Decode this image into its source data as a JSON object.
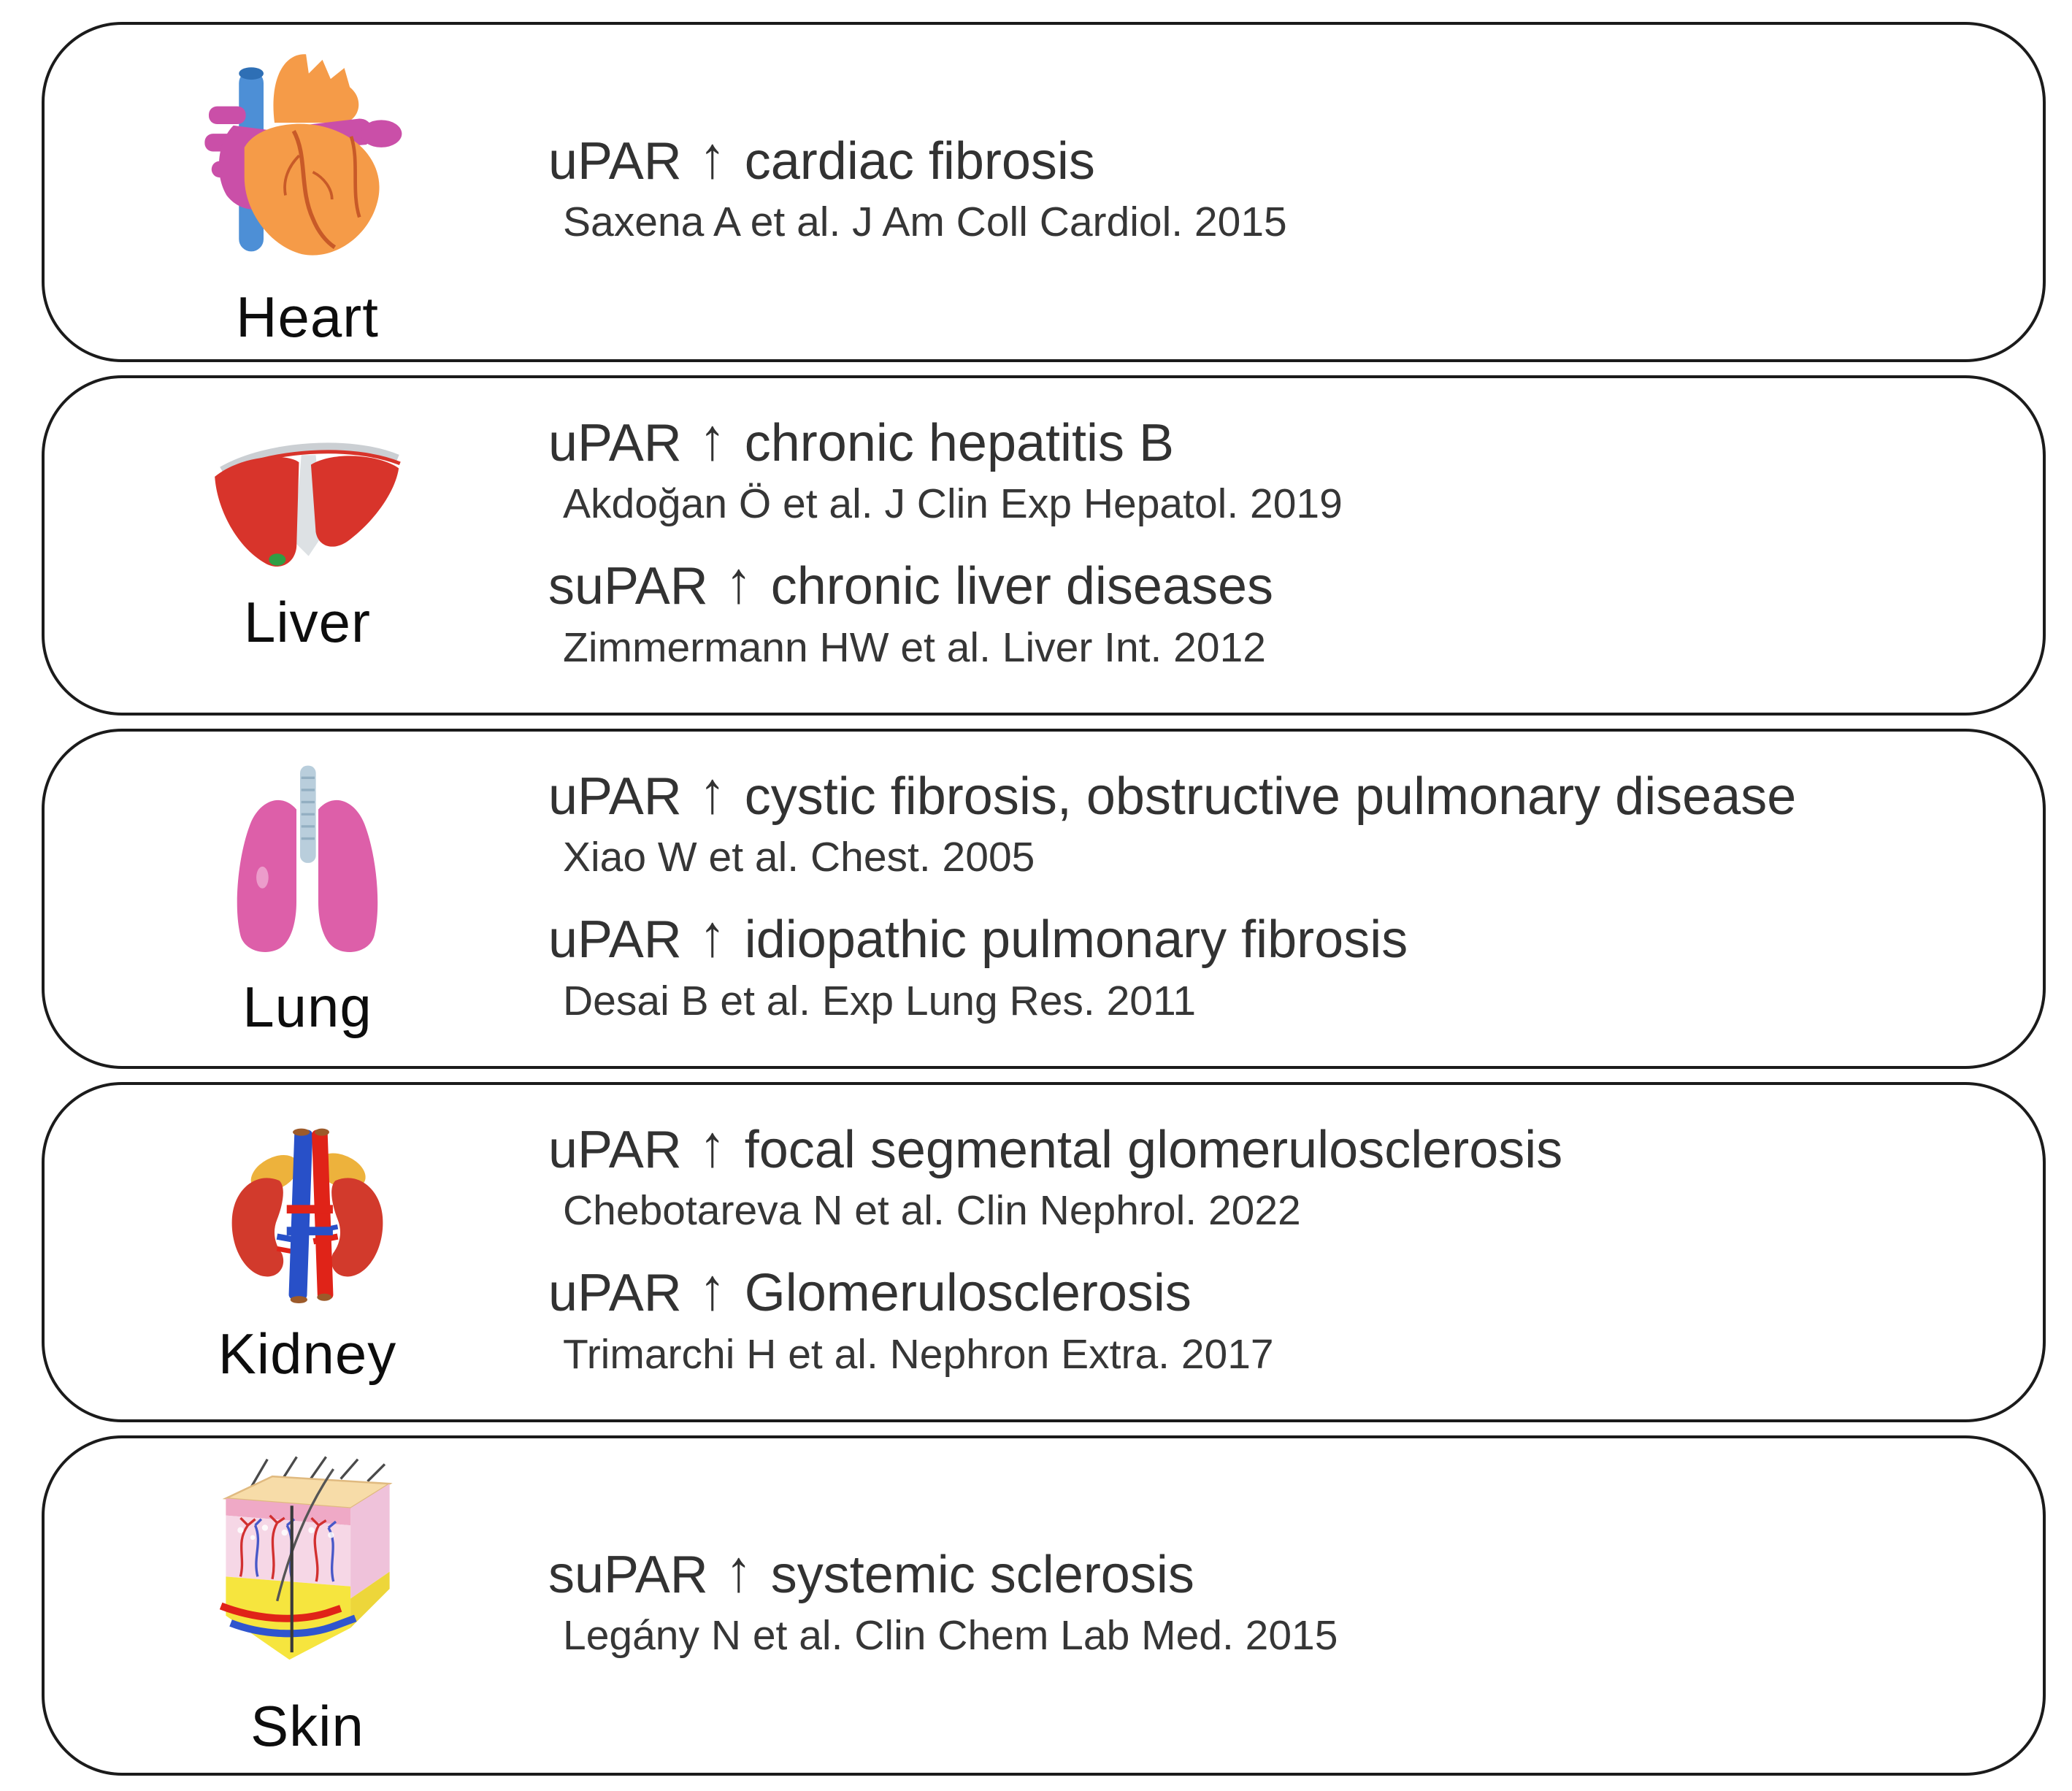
{
  "figure": {
    "type": "organ-fibrosis-evidence-panel",
    "colors": {
      "card_border": "#1b1b1b",
      "text": "#323232",
      "heart_orange": "#F59B48",
      "heart_magenta": "#CA4FA8",
      "heart_blue": "#4D8FD6",
      "liver_red": "#D8342B",
      "liver_ligament_gray": "#D4D8DB",
      "gallbladder_green": "#2F9E44",
      "lung_pink": "#DD5FA9",
      "trachea_blue": "#B9CEDC",
      "kidney_red": "#D23A2C",
      "adrenal_yellow": "#EDB23C",
      "vena_cava_blue": "#2850C8",
      "aorta_red": "#E02318",
      "skin_top_tan": "#F7DCA8",
      "skin_pink": "#F6D7E6",
      "skin_fat_yellow": "#F6E53E"
    }
  },
  "organs": [
    {
      "name": "Heart",
      "icon": "heart-icon",
      "findings": [
        {
          "marker": "uPAR",
          "arrow": "↑",
          "condition": "cardiac fibrosis",
          "citation": "Saxena A et al.  J Am Coll Cardiol. 2015"
        }
      ]
    },
    {
      "name": "Liver",
      "icon": "liver-icon",
      "findings": [
        {
          "marker": "uPAR",
          "arrow": "↑",
          "condition": "chronic hepatitis B",
          "citation": "Akdoğan Ö et al. J Clin Exp Hepatol. 2019"
        },
        {
          "marker": "suPAR",
          "arrow": "↑",
          "condition": "chronic liver diseases",
          "citation": "Zimmermann HW et al. Liver Int. 2012"
        }
      ]
    },
    {
      "name": "Lung",
      "icon": "lung-icon",
      "findings": [
        {
          "marker": "uPAR",
          "arrow": "↑",
          "condition": "cystic fibrosis, obstructive pulmonary disease",
          "citation": "Xiao W et al. Chest. 2005"
        },
        {
          "marker": "uPAR",
          "arrow": "↑",
          "condition": "idiopathic pulmonary fibrosis",
          "citation": "Desai B et al. Exp Lung Res. 2011"
        }
      ]
    },
    {
      "name": "Kidney",
      "icon": "kidney-icon",
      "findings": [
        {
          "marker": "uPAR",
          "arrow": "↑",
          "condition": "focal segmental glomerulosclerosis",
          "citation": "Chebotareva N et al. Clin Nephrol. 2022"
        },
        {
          "marker": "uPAR",
          "arrow": "↑",
          "condition": "Glomerulosclerosis",
          "citation": "Trimarchi H et al. Nephron Extra. 2017"
        }
      ]
    },
    {
      "name": "Skin",
      "icon": "skin-icon",
      "findings": [
        {
          "marker": "suPAR",
          "arrow": "↑",
          "condition": "systemic sclerosis",
          "citation": "Legány N et al. Clin Chem Lab Med. 2015"
        }
      ]
    }
  ]
}
